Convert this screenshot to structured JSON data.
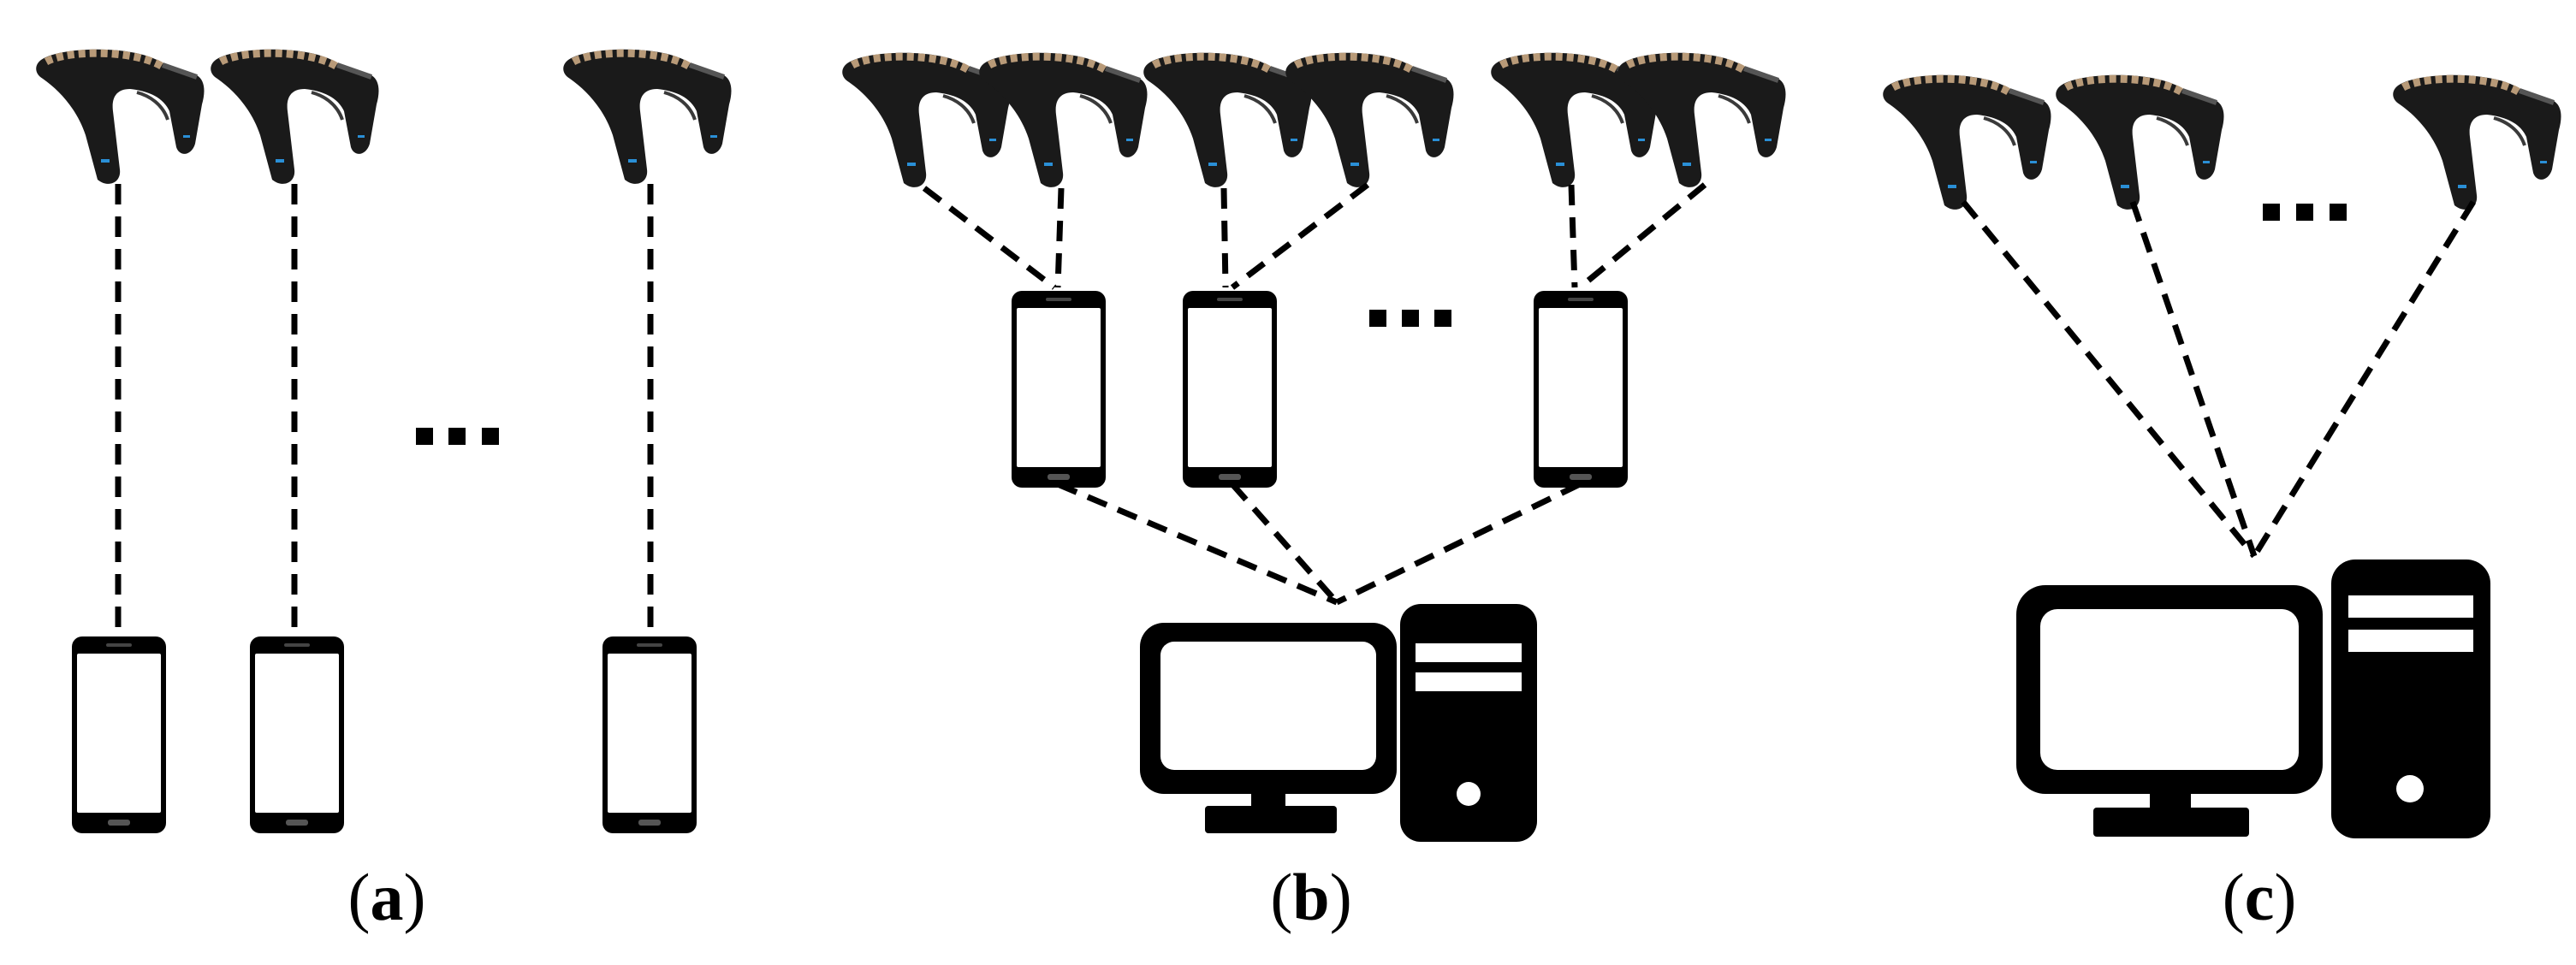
{
  "labels": {
    "a_open": "(",
    "a": "a",
    "a_close": ")",
    "b_open": "(",
    "b": "b",
    "b_close": ")",
    "c_open": "(",
    "c": "c",
    "c_close": ")"
  },
  "colors": {
    "headband_body": "#1a1a1a",
    "headband_sensor": "#b89a78",
    "headband_light": "#2a8fd6",
    "device": "#000000",
    "screen": "#ffffff",
    "line": "#000000"
  },
  "icons": [
    "headband-icon",
    "smartphone-icon",
    "desktop-computer-icon",
    "ellipsis-icon"
  ]
}
